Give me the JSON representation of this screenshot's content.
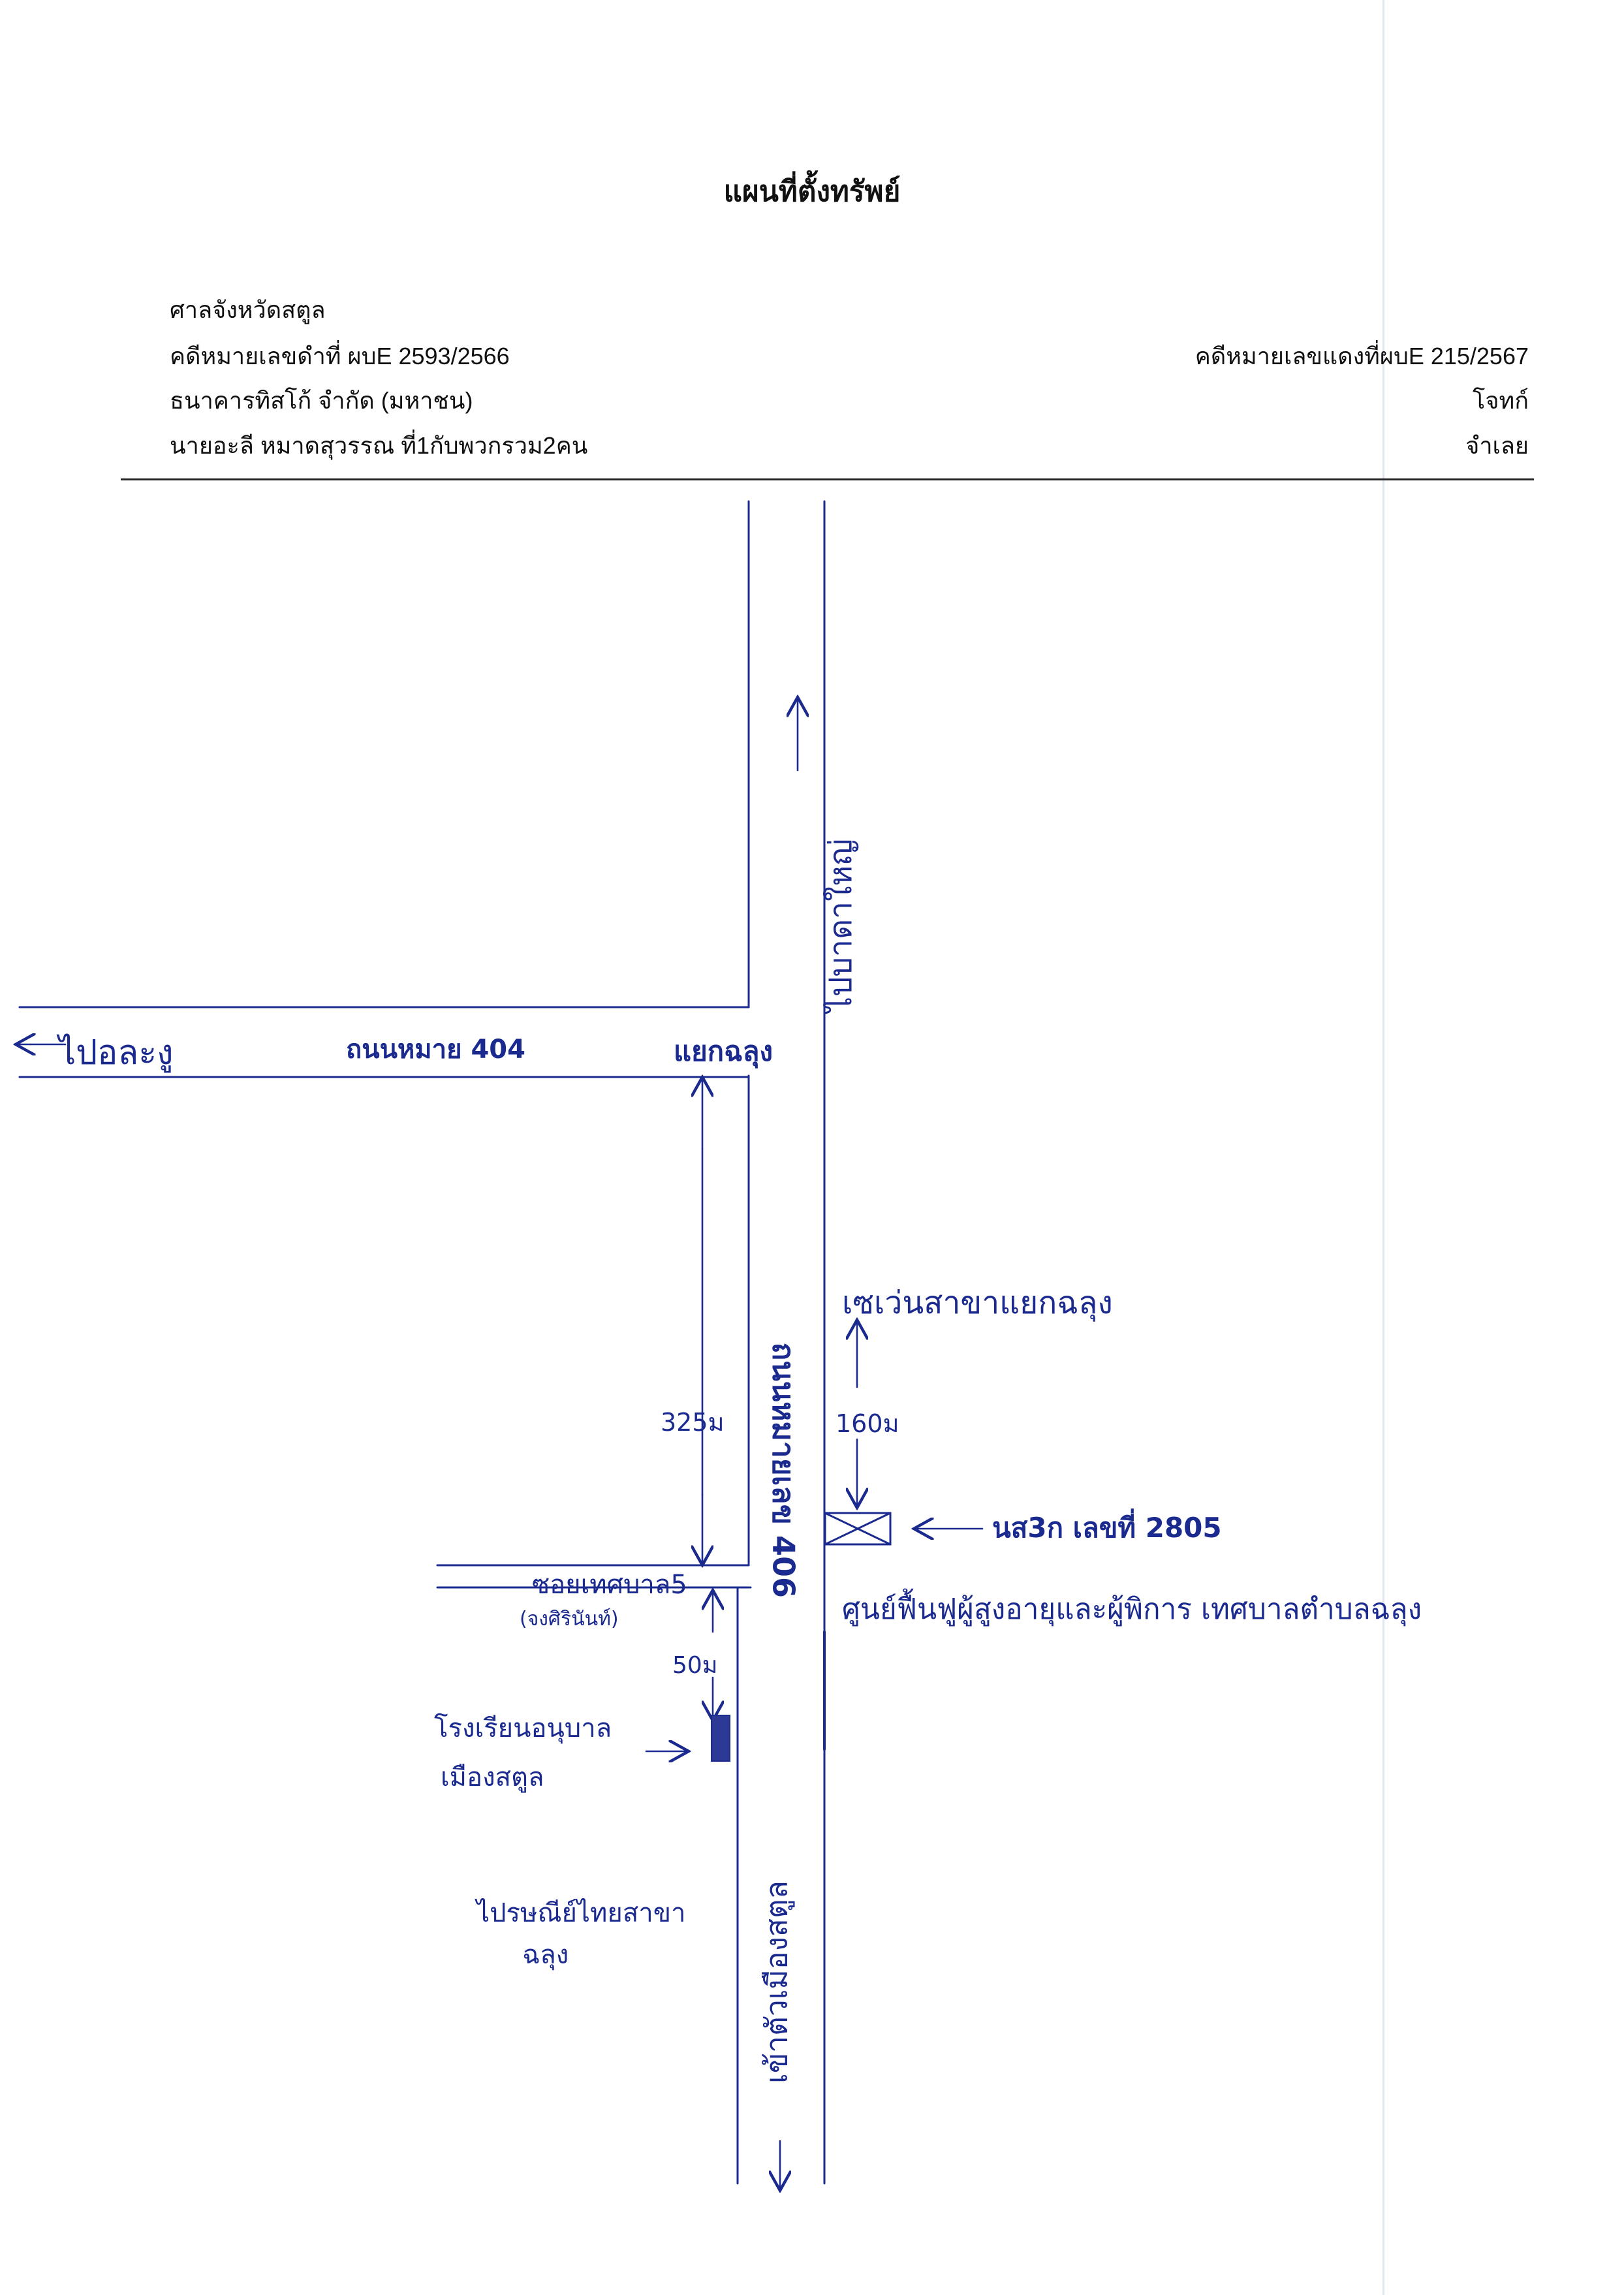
{
  "header": {
    "title": "แผนที่ตั้งทรัพย์",
    "court": "ศาลจังหวัดสตูล",
    "black_case": "คดีหมายเลขดำที่ ผบE 2593/2566",
    "red_case": "คดีหมายเลขแดงที่ผบE 215/2567",
    "plaintiff_name": "ธนาคารทิสโก้ จำกัด (มหาชน)",
    "plaintiff_role": "โจทก์",
    "defendant_name": "นายอะลี หมาดสุวรรณ ที่1กับพวกรวม2คน",
    "defendant_role": "จำเลย"
  },
  "map": {
    "to_bandat_yai": "ไปบาดาใหญ่",
    "to_ala_ngu": "ไปอละงู",
    "road_404": "ถนนหมาย 404",
    "yaek_chalung": "แยกฉลุง",
    "seven_eleven": "เซเว่นสาขาแยกฉลุง",
    "dist_325": "325ม",
    "dist_160": "160ม",
    "road_406": "ถนนหมายเลข 406",
    "property_deed": "นส3ก เลขที่ 2805",
    "elderly_center": "ศูนย์ฟื้นฟูผู้สูงอายุและผู้พิการ เทศบาลตำบลฉลุง",
    "soi": "ซอยเทศบาล5",
    "soi_sub": "(จงศิรินันท์)",
    "dist_50": "50ม",
    "school_line1": "โรงเรียนอนุบาล",
    "school_line2": "เมืองสตูล",
    "post_line1": "ไปรษณีย์ไทยสาขา",
    "post_line2": "ฉลุง",
    "to_satun": "เข้าตัวเมืองสตูล"
  },
  "colors": {
    "ink": "#1b2a8f",
    "text": "#111111"
  }
}
